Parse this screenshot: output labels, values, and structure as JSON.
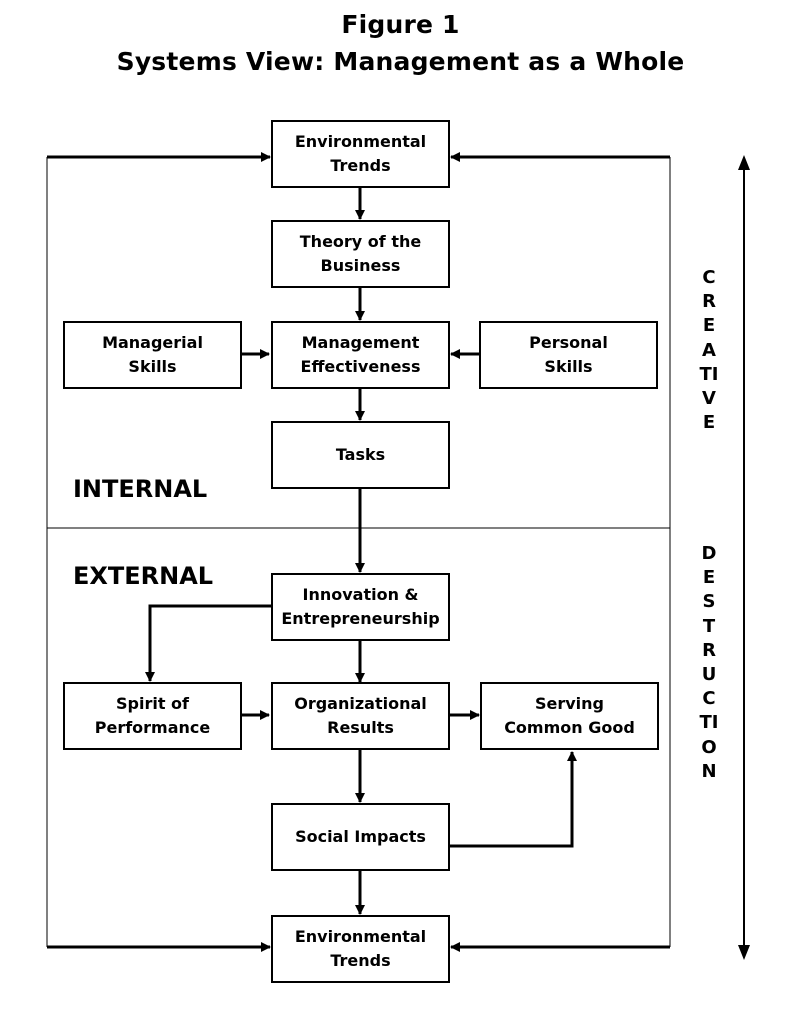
{
  "figure": {
    "number_label": "Figure 1",
    "title": "Systems View: Management as a Whole"
  },
  "regions": {
    "internal_label": "INTERNAL",
    "external_label": "EXTERNAL"
  },
  "boxes": {
    "env_trends_top": "Environmental\nTrends",
    "theory_business": "Theory of the\nBusiness",
    "managerial_skills": "Managerial\nSkills",
    "management_effectiveness": "Management\nEffectiveness",
    "personal_skills": "Personal\nSkills",
    "tasks": "Tasks",
    "innovation": "Innovation &\nEntrepreneurship",
    "spirit_performance": "Spirit of\nPerformance",
    "organizational_results": "Organizational\nResults",
    "serving_common_good": "Serving\nCommon Good",
    "social_impacts": "Social Impacts",
    "env_trends_bottom": "Environmental\nTrends"
  },
  "side_label": {
    "word1": "CREATIVE",
    "word2": "DESTRUCTION"
  }
}
